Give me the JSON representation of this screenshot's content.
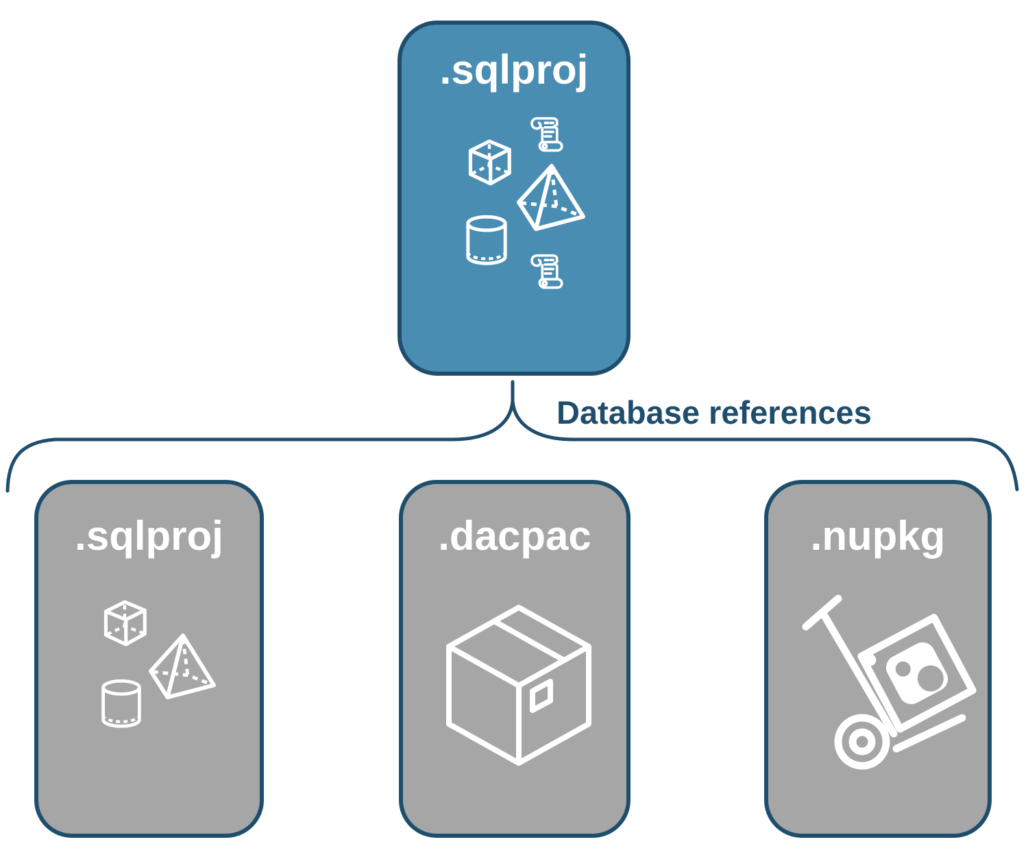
{
  "colors": {
    "accent_teal": "#4a8db3",
    "navy": "#1f4e6d",
    "gray": "#a6a6a6",
    "icon_white": "#ffffff"
  },
  "root_card": {
    "label": ".sqlproj",
    "icons": [
      "scroll-icon",
      "cube-icon",
      "pyramid-icon",
      "cylinder-icon",
      "scroll-icon"
    ]
  },
  "connector": {
    "label": "Database references"
  },
  "child_cards": [
    {
      "label": ".sqlproj",
      "icons": [
        "cube-icon",
        "pyramid-icon",
        "cylinder-icon"
      ]
    },
    {
      "label": ".dacpac",
      "icons": [
        "package-box-icon"
      ]
    },
    {
      "label": ".nupkg",
      "icons": [
        "hand-truck-package-icon"
      ]
    }
  ]
}
